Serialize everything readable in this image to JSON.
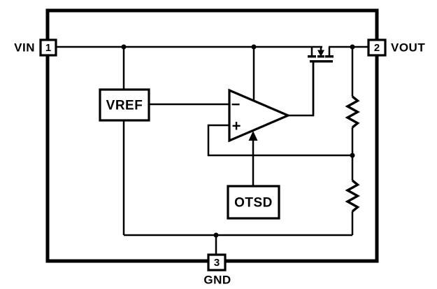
{
  "diagram": {
    "description": "LDO voltage regulator functional block diagram",
    "pins": [
      {
        "number": "1",
        "label": "VIN"
      },
      {
        "number": "2",
        "label": "VOUT"
      },
      {
        "number": "3",
        "label": "GND"
      }
    ],
    "blocks": {
      "vref_label": "VREF",
      "otsd_label": "OTSD"
    },
    "error_amp": {
      "inverting_input": "−",
      "noninverting_input": "+"
    },
    "colors": {
      "ink": "#000000",
      "background": "#ffffff"
    }
  }
}
